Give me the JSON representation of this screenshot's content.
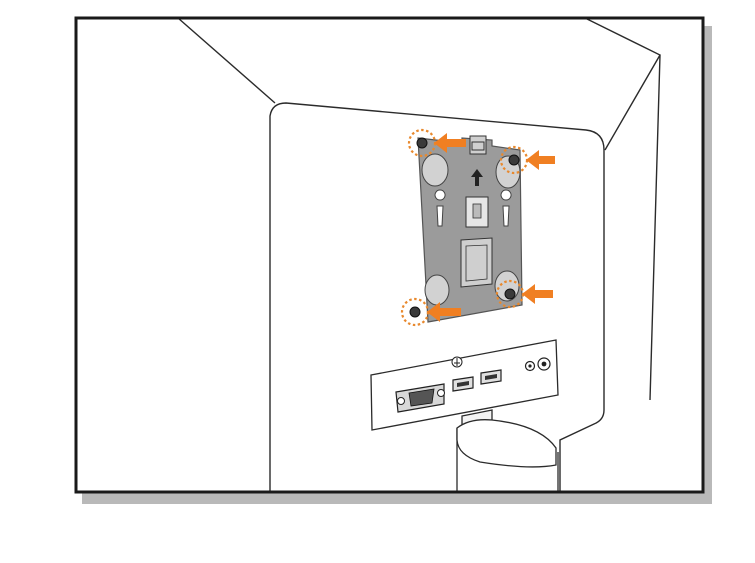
{
  "figure": {
    "kind": "wall-mount-installation-illustration",
    "colors": {
      "frame_border": "#1a1a1a",
      "frame_shadow": "#9a9a9a",
      "line_art": "#2b2b2b",
      "bracket_plate": "#9b9b9b",
      "callout_arrow": "#f07f22",
      "callout_ring": "#e8892e"
    },
    "callouts": {
      "arrow_count": 4,
      "screw_positions": [
        "top-left",
        "top-right",
        "bottom-left",
        "bottom-right"
      ],
      "icon": "orange-arrow-icon"
    },
    "ports": [
      "vga-port",
      "hdmi-port",
      "hdmi-port",
      "audio-jack",
      "audio-jack"
    ],
    "plate_direction_icon": "up-arrow-icon"
  }
}
